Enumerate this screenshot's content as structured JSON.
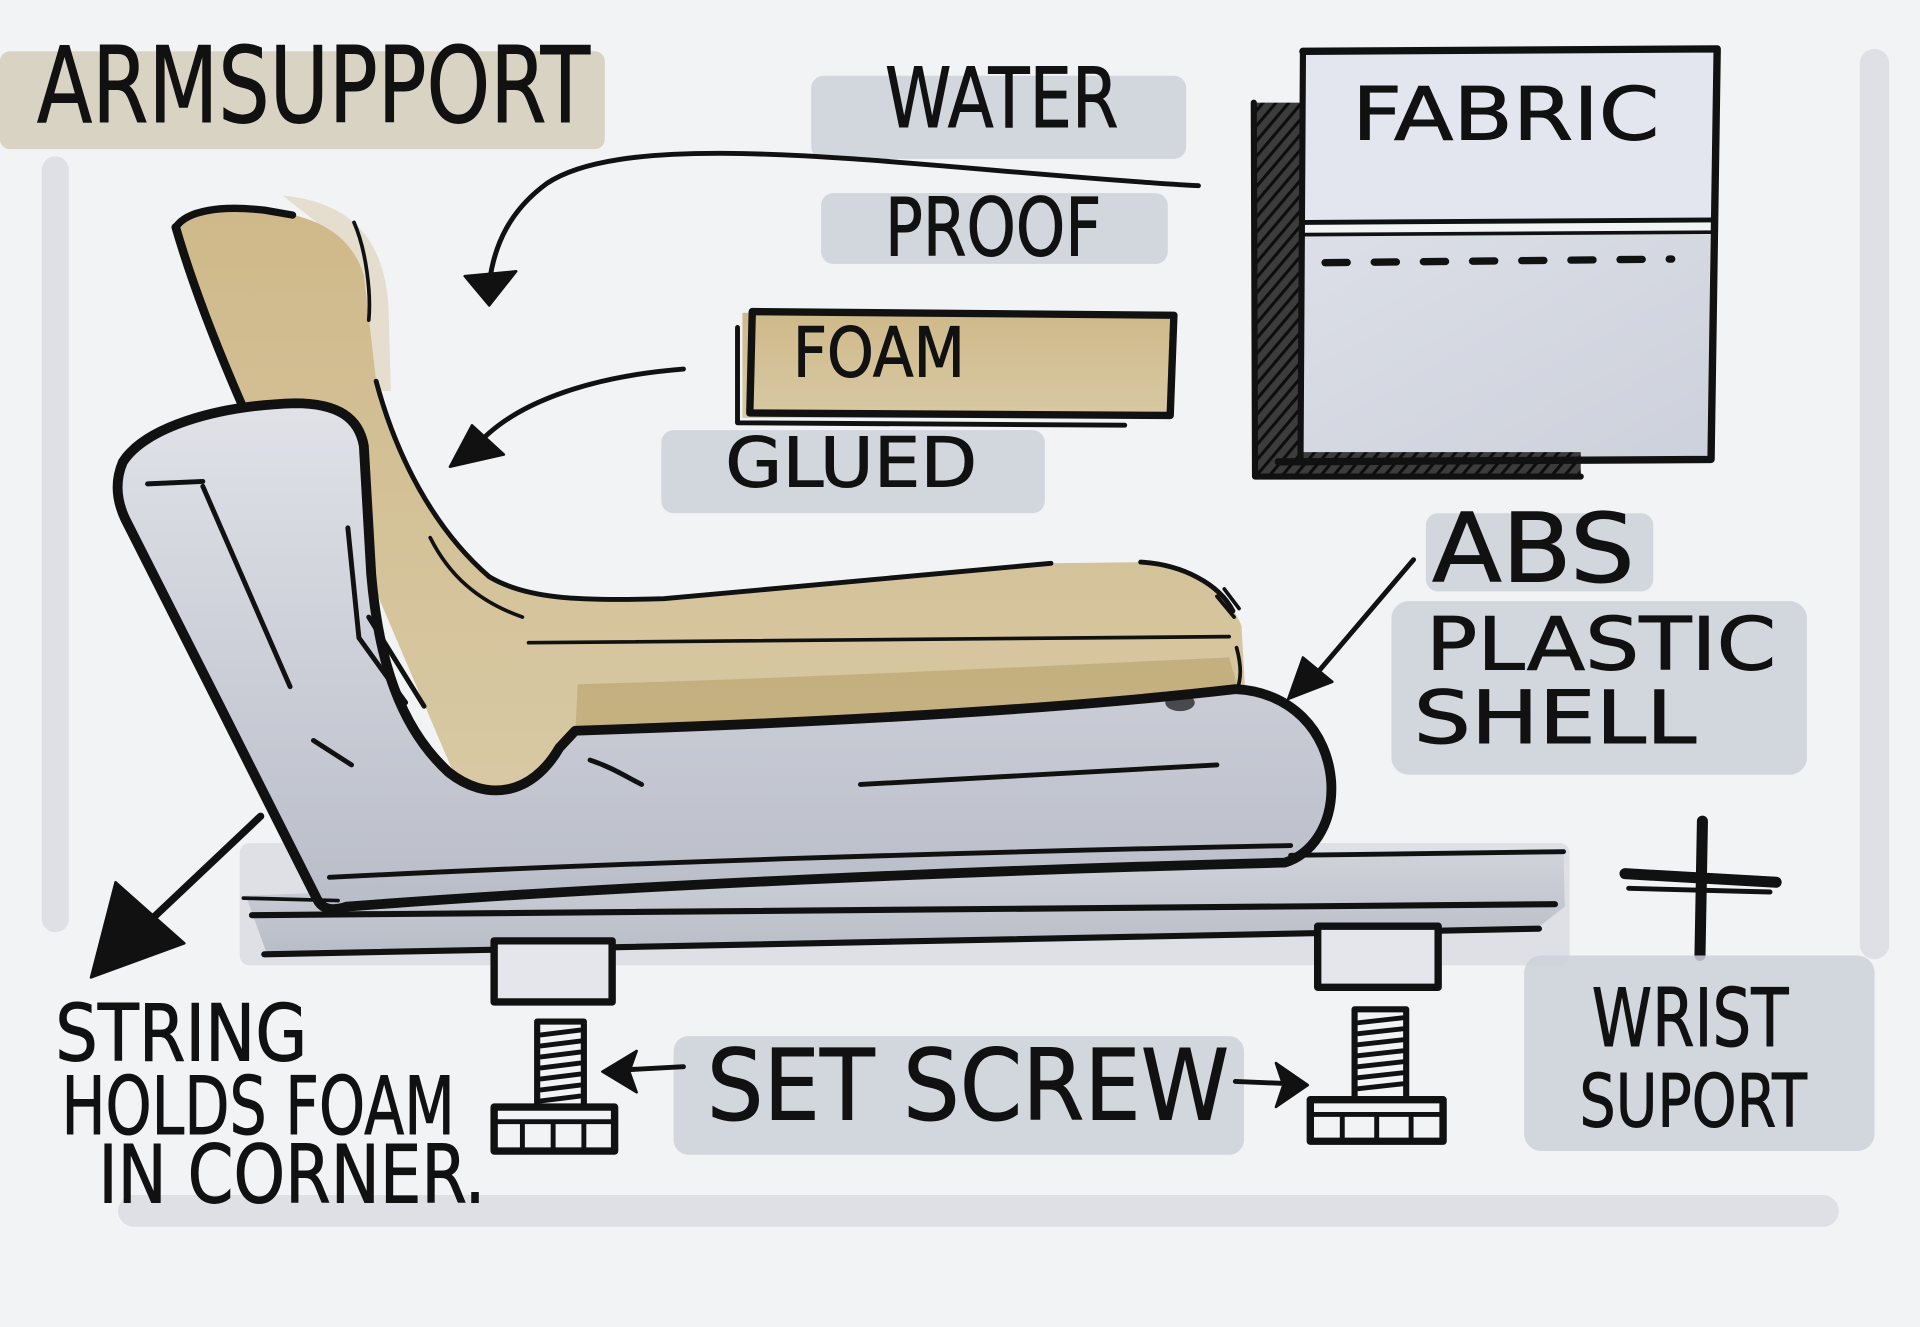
{
  "title": "ARMSUPPORT",
  "callouts": {
    "waterproof": [
      "WATER",
      "PROOF"
    ],
    "fabric": "FABRIC",
    "foam": "FOAM",
    "glued": "GLUED",
    "shell": [
      "ABS",
      "PLASTIC",
      "SHELL"
    ],
    "string": [
      "STRING",
      "HOLDS FOAM",
      "IN CORNER."
    ],
    "set_screw": "SET SCREW",
    "wrist_support": [
      "WRIST",
      "SUPORT"
    ]
  },
  "colors": {
    "paper": "#f2f3f5",
    "ink": "#111111",
    "marker_gray": "#cdd0d8",
    "shell_gray": "#c4c7d0",
    "foam_beige": "#cdb88a",
    "fabric_fill": "#e3e6ee"
  }
}
